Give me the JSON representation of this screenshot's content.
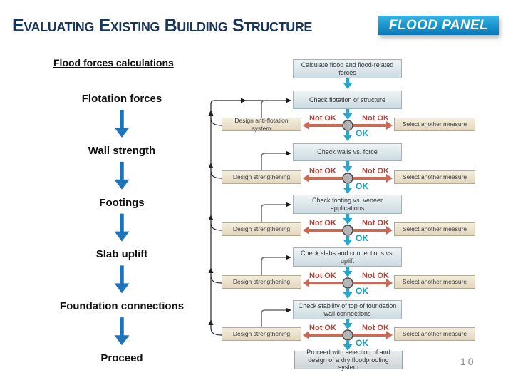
{
  "slide": {
    "title": "Evaluating Existing Building Structure",
    "logo_text": "FLOOD PANEL",
    "page_number": "10"
  },
  "left_panel": {
    "heading": "Flood forces calculations",
    "steps": [
      "Flotation forces",
      "Wall strength",
      "Footings",
      "Slab uplift",
      "Foundation connections",
      "Proceed"
    ]
  },
  "flowchart": {
    "start_box": "Calculate flood and flood-related forces",
    "labels": {
      "not_ok": "Not OK",
      "ok": "OK"
    },
    "rows": [
      {
        "check": "Check flotation of structure",
        "left": "Design anti-flotation system",
        "right": "Select another measure"
      },
      {
        "check": "Check walls vs. force",
        "left": "Design strengthening",
        "right": "Select another measure"
      },
      {
        "check": "Check footing vs. veneer applications",
        "left": "Design strengthening",
        "right": "Select another measure"
      },
      {
        "check": "Check slabs and connections vs. uplift",
        "left": "Design strengthening",
        "right": "Select another measure"
      },
      {
        "check": "Check stability of top of foundation wall connections",
        "left": "Design strengthening",
        "right": "Select another measure"
      }
    ],
    "end_box": "Proceed with selection of and design of a dry floodproofing system"
  },
  "colors": {
    "title": "#17365d",
    "logo_blue": "#1793cd",
    "step_arrow_blue": "#1e73b9",
    "flow_arrow_teal": "#2ba6c9",
    "not_ok_red": "#b0483c",
    "red_arrow": "#c96a57",
    "ok_teal": "#189dc5",
    "check_box_fill": "#d8e3e9",
    "side_box_fill": "#ece2cb"
  }
}
